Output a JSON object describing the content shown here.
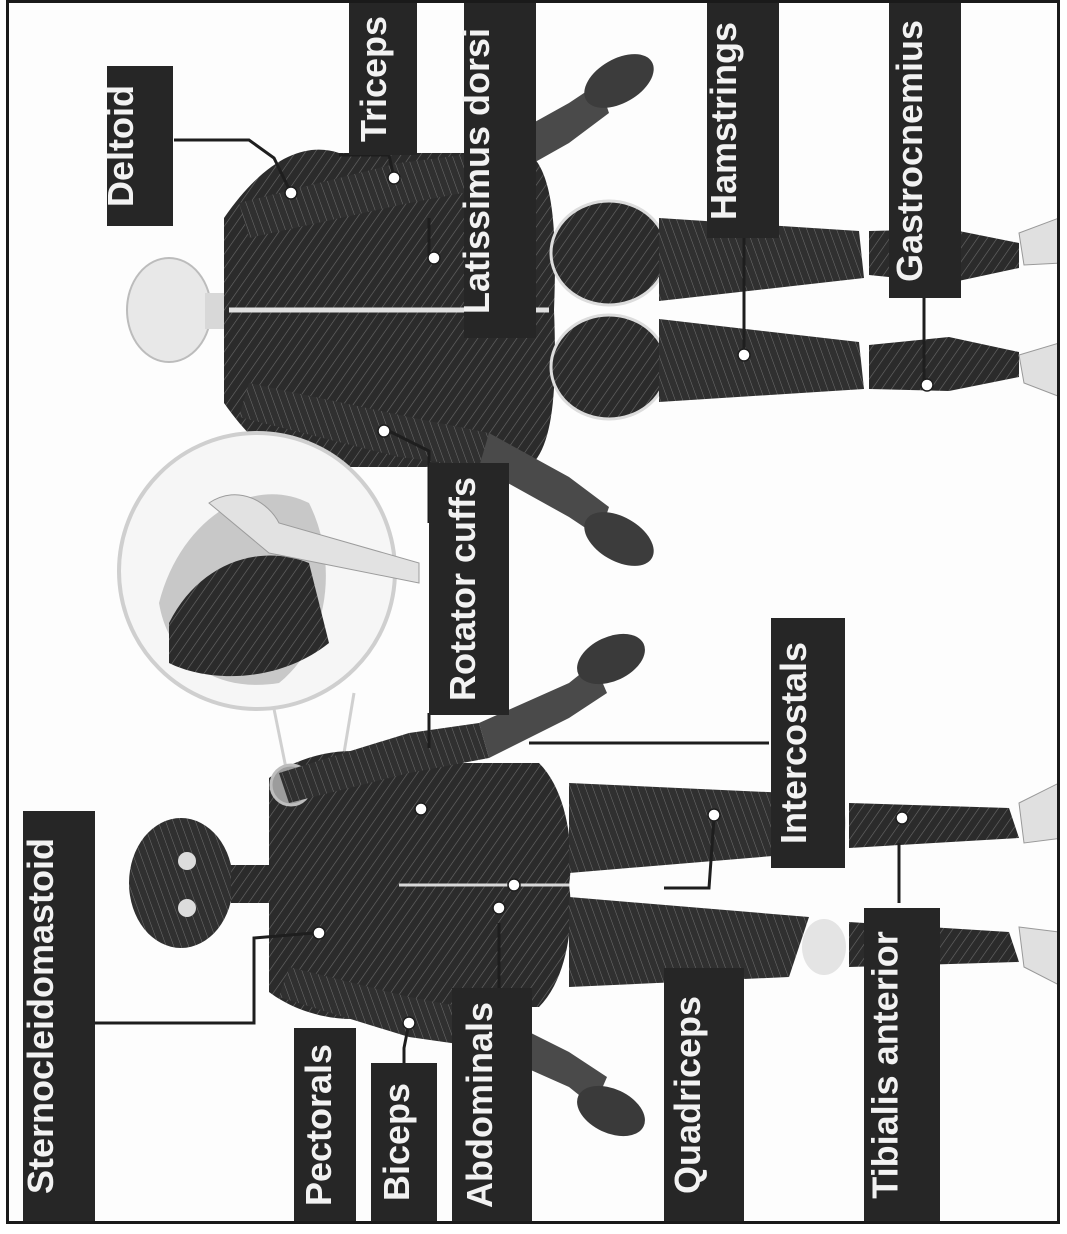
{
  "diagram": {
    "labels": {
      "sternocleidomastoid": "Sternocleidomastoid",
      "pectorals": "Pectorals",
      "biceps": "Biceps",
      "abdominals": "Abdominals",
      "quadriceps": "Quadriceps",
      "tibialis_anterior": "Tibialis anterior",
      "intercostals": "Intercostals",
      "rotator_cuffs": "Rotator cuffs",
      "deltoid": "Deltoid",
      "triceps": "Triceps",
      "latissimus_dorsi": "Latissimus dorsi",
      "hamstrings": "Hamstrings",
      "gastrocnemius": "Gastrocnemius"
    },
    "colors": {
      "label_background": "#262626",
      "label_text": "#f2f2f2",
      "muscle": "#2b2b2b",
      "skin": "#e6e6e6",
      "highlight": "#b0b0b0"
    }
  }
}
